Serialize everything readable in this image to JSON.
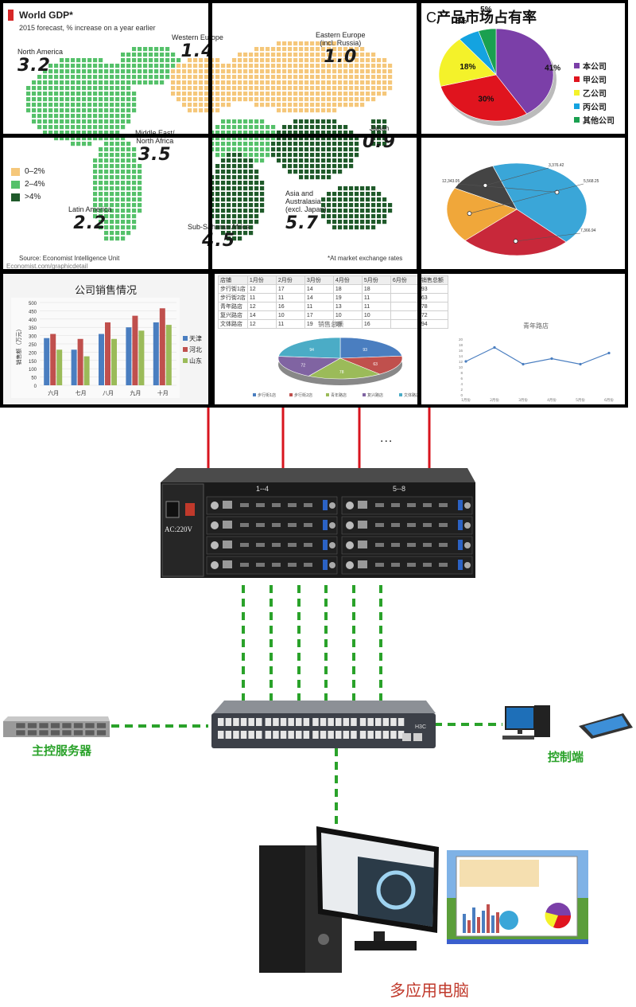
{
  "world_map": {
    "title": "World GDP*",
    "subtitle": "2015 forecast, % increase on a year earlier",
    "regions": [
      {
        "name": "North America",
        "value": "3.2"
      },
      {
        "name": "Western Europe",
        "value": "1.4"
      },
      {
        "name": "Eastern Europe",
        "name2": "(incl. Russia)",
        "value": "1.0"
      },
      {
        "name": "Middle East/",
        "name2": "North Africa",
        "value": "3.5"
      },
      {
        "name": "Japan",
        "value": "0.9"
      },
      {
        "name": "Latin America",
        "value": "2.2"
      },
      {
        "name": "Asia and",
        "name2": "Australasia",
        "name3": "(excl. Japan)",
        "value": "5.7"
      },
      {
        "name": "Sub-Saharan Africa",
        "value": "4.5"
      }
    ],
    "legend": [
      {
        "label": "0–2%",
        "color": "#f5c77a"
      },
      {
        "label": "2–4%",
        "color": "#55c16a"
      },
      {
        "label": ">4%",
        "color": "#1f5a2a"
      }
    ],
    "source": "Source: Economist Intelligence Unit",
    "note": "*At market exchange rates",
    "url": "Economist.com/graphicdetail"
  },
  "chart_data": [
    {
      "type": "pie",
      "title": "产品市场占有率",
      "title_prefix": "C",
      "labels": [
        "本公司",
        "甲公司",
        "乙公司",
        "丙公司",
        "其他公司"
      ],
      "values": [
        41,
        30,
        18,
        6,
        5
      ],
      "value_labels": [
        "41%",
        "30%",
        "18%",
        "6%",
        "5%"
      ],
      "colors": [
        "#7b3fa8",
        "#e0141e",
        "#f4f22a",
        "#14a3e0",
        "#1aa050"
      ]
    },
    {
      "type": "pie",
      "title": "",
      "values": [
        12343.05,
        7366.94,
        5568.25,
        3376.42
      ],
      "value_labels": [
        "12,343.05",
        "7,366.94",
        "5,568.25",
        "3,376.42"
      ],
      "colors": [
        "#3aa6d8",
        "#c8283a",
        "#f0a73a",
        "#444444"
      ]
    },
    {
      "type": "bar",
      "title": "公司销售情况",
      "ylabel": "销售额（万元）",
      "categories": [
        "六月",
        "七月",
        "八月",
        "九月",
        "十月"
      ],
      "series": [
        {
          "name": "天津",
          "values": [
            285,
            215,
            310,
            350,
            380
          ],
          "color": "#4a7ec0"
        },
        {
          "name": "河北",
          "values": [
            310,
            280,
            380,
            420,
            465
          ],
          "color": "#c0504d"
        },
        {
          "name": "山东",
          "values": [
            215,
            175,
            280,
            330,
            365
          ],
          "color": "#9bbb59"
        }
      ],
      "ylim": [
        0,
        500
      ],
      "yticks": [
        0,
        50,
        100,
        150,
        200,
        250,
        300,
        350,
        400,
        450,
        500
      ]
    },
    {
      "type": "pie",
      "title": "销售总额",
      "labels": [
        "步行街1店",
        "步行街2店",
        "青年路店",
        "复兴路店",
        "文体路店"
      ],
      "values": [
        93,
        63,
        78,
        72,
        94
      ],
      "value_labels": [
        "93",
        "63",
        "78",
        "72",
        "94"
      ],
      "colors": [
        "#4a7ec0",
        "#c0504d",
        "#9bbb59",
        "#8064a2",
        "#4bacc6"
      ]
    },
    {
      "type": "line",
      "title": "青年路店",
      "categories": [
        "1月份",
        "2月份",
        "3月份",
        "4月份",
        "5月份",
        "6月份"
      ],
      "values": [
        12,
        17,
        11,
        13,
        11,
        15
      ],
      "ylim": [
        0,
        20
      ],
      "yticks": [
        0,
        2,
        4,
        6,
        8,
        10,
        12,
        14,
        16,
        18,
        20
      ]
    }
  ],
  "sheet": {
    "headers": [
      "店铺",
      "1月份",
      "2月份",
      "3月份",
      "4月份",
      "5月份",
      "6月份",
      "销售总额"
    ],
    "rows": [
      [
        "步行街1店",
        "12",
        "17",
        "14",
        "18",
        "18",
        "",
        "93"
      ],
      [
        "步行街2店",
        "11",
        "11",
        "14",
        "19",
        "11",
        "",
        "63"
      ],
      [
        "青年路店",
        "12",
        "16",
        "11",
        "13",
        "11",
        "",
        "78"
      ],
      [
        "复兴路店",
        "14",
        "10",
        "17",
        "10",
        "10",
        "",
        "72"
      ],
      [
        "文体路店",
        "12",
        "11",
        "19",
        "19",
        "16",
        "",
        "94"
      ]
    ]
  },
  "devices": {
    "chassis_slots_left": "1--4",
    "chassis_slots_right": "5--8",
    "power_label": "AC:220V",
    "switch_brand": "H3C",
    "ellipsis": "..."
  },
  "labels": {
    "server": "主控服务器",
    "control": "控制端",
    "multi_app_pc": "多应用电脑"
  },
  "colors": {
    "signal_line": "#d8141e",
    "network_line": "#2aa22a",
    "label_green": "#2aa22a",
    "label_red": "#c0392b"
  }
}
